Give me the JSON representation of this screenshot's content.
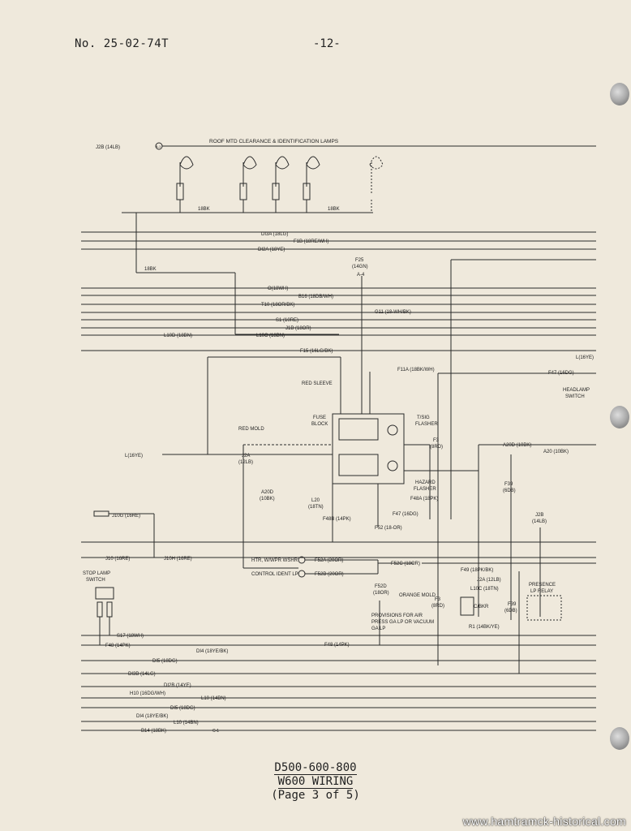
{
  "header": {
    "doc_number": "No. 25-02-74T",
    "page_number": "-12-"
  },
  "footer": {
    "line1": "D500-600-800",
    "line2": "W600 WIRING",
    "line3": "(Page 3 of 5)"
  },
  "watermark": "www.hamtramck-historical.com",
  "diagram": {
    "roof_label": "ROOF MTD CLEARANCE & IDENTIFICATION LAMPS",
    "labels": {
      "j2b_top": "J2B (14LB)",
      "ref_a1": "A-1",
      "bk18_a": "18BK",
      "bk18_b": "18BK",
      "bk18_c": "18BK",
      "di3a": "DI3A (18LG)",
      "f1b": "F1B (18RE/WH)",
      "di2a": "DI2A (18YE)",
      "f25": "F25",
      "f25_gn": "(14GN)",
      "ref_a4": "A-4",
      "o18": "O(18WH)",
      "b16": "B16 (18DB/WH)",
      "t10": "T10 (18OR/BK)",
      "g11": "G11 (18-WH/BK)",
      "s1": "S1 (10RE)",
      "j1b": "J1B (18OR)",
      "l10d": "L10D (18BN)",
      "l10c": "L10C (18BN)",
      "f15": "F15 (16LG/BK)",
      "l16ye_r": "L(16YE)",
      "f11a": "F11A (18BK/WH)",
      "red_sleeve": "RED SLEEVE",
      "f47_top": "F47 (16DG)",
      "headlamp_1": "HEADLAMP",
      "headlamp_2": "SWITCH",
      "fuse_1": "FUSE",
      "fuse_2": "BLOCK",
      "tsig_1": "T/SIG",
      "tsig_2": "FLASHER",
      "red_mold": "RED MOLD",
      "j2a": "J2A",
      "j2a_lb": "(12LB)",
      "l16ye_l": "L(16YE)",
      "f3_top": "F3",
      "f3_top_rd": "(8RD)",
      "a20d_r": "A20D (10BK)",
      "a20d_r2": "A20 (10BK)",
      "a20d_l": "A20D",
      "a20d_l_bk": "(10BK)",
      "l20": "L20",
      "l20_tn": "(18TN)",
      "hazard_1": "HAZARD",
      "hazard_2": "FLASHER",
      "f39_top": "F39",
      "f39_top_db": "(6DB)",
      "f48a": "F48A (18PK)",
      "f48b": "F48B (14PK)",
      "f47_mid": "F47 (16DG)",
      "j2b_mid": "J2B",
      "j2b_mid_lb": "(14LB)",
      "j10g": "J10G (16RE)",
      "f52": "F52 (18-OR)",
      "j10_l": "J10 (16RE)",
      "j10h": "J10H (16RE)",
      "htr": "HTR, W/WPR WSHR",
      "f52a": "F52A (20OR)",
      "f52c": "F52C (18OR)",
      "stop_1": "STOP LAMP",
      "stop_2": "SWITCH",
      "f49": "F49 (18PK/BK)",
      "control": "CONTROL IDENT LP",
      "f52b": "F52B (20OR)",
      "j2a_low": "J2A (12LB)",
      "presence_1": "PRESENCE",
      "presence_2": "LP RELAY",
      "f52d": "F52D",
      "f52d_or": "(18OR)",
      "orange": "ORANGE MOLD",
      "l10c_low": "L10C (18TN)",
      "f3_low": "F3",
      "f3_low_rd": "(8RD)",
      "cbkr": "C/BKR",
      "f39_low": "F39",
      "f39_low_db": "(6DB)",
      "prov_1": "PROVISIONS FOR AIR",
      "prov_2": "PRESS GA LP OR VACUUM",
      "prov_3": "GA LP",
      "r1": "R1 (14BK/YE)",
      "s17": "S17 (18WH)",
      "f48_l": "F48 (14PK)",
      "f48_r": "F48 (14PK)",
      "di5": "DI5 (18DG)",
      "di4": "DI4 (18YE/BK)",
      "di3b": "DI3B (14LG)",
      "di2b": "DI2B (14YE)",
      "h10": "H10 (16DG/WH)",
      "l10_low": "L10 (14BN)",
      "di5_c": "DI5 (18DG)",
      "di4_c": "DI4 (18YE/BK)",
      "l10_c": "L10 (14BN)",
      "b14": "B14 (18BK)",
      "ref_c1": "C-1"
    }
  }
}
